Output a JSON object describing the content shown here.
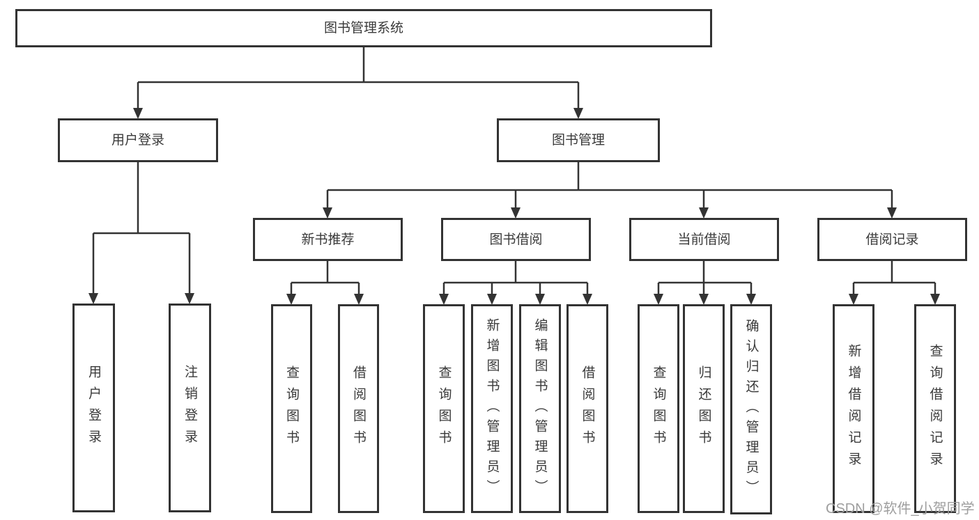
{
  "tree": {
    "root": {
      "label": "图书管理系统"
    },
    "branches": [
      {
        "label": "用户登录",
        "children": [
          {
            "label": "用户登录"
          },
          {
            "label": "注销登录"
          }
        ]
      },
      {
        "label": "图书管理",
        "children": [
          {
            "label": "新书推荐",
            "children": [
              {
                "label": "查询图书"
              },
              {
                "label": "借阅图书"
              }
            ]
          },
          {
            "label": "图书借阅",
            "children": [
              {
                "label": "查询图书"
              },
              {
                "label": "新增图书（管理员）"
              },
              {
                "label": "编辑图书（管理员）"
              },
              {
                "label": "借阅图书"
              }
            ]
          },
          {
            "label": "当前借阅",
            "children": [
              {
                "label": "查询图书"
              },
              {
                "label": "归还图书"
              },
              {
                "label": "确认归还（管理员）"
              }
            ]
          },
          {
            "label": "借阅记录",
            "children": [
              {
                "label": "新增借阅记录"
              },
              {
                "label": "查询借阅记录"
              }
            ]
          }
        ]
      }
    ]
  },
  "watermark": "CSDN @软件_小贺同学",
  "colors": {
    "line": "#333333",
    "text": "#3a3a3a",
    "watermark": "#9e9e9e"
  }
}
